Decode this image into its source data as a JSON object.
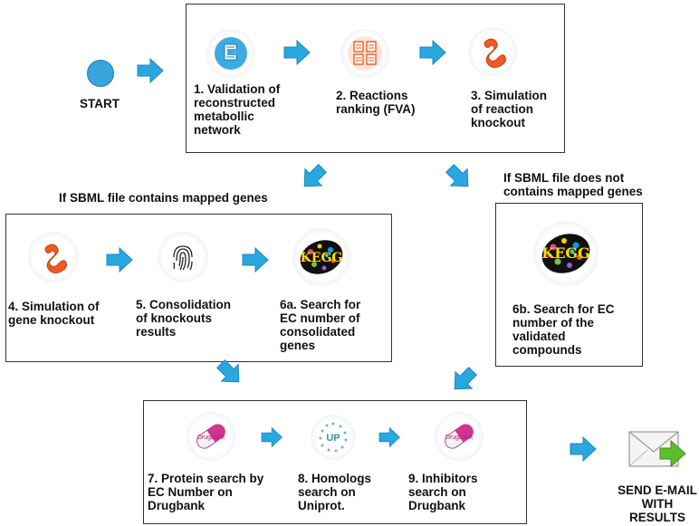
{
  "colors": {
    "arrow": "#29a8e0",
    "arrow_edge": "#1b87bd",
    "start": "#3aa4dd",
    "knockout": "#f05a22",
    "kegg_bg": "#101010"
  },
  "start_label": "START",
  "steps": {
    "s1": "1. Validation of\nreconstructed\nmetabollic\nnetwork",
    "s2": "2. Reactions\nranking (FVA)",
    "s3": "3. Simulation\nof reaction\nknockout",
    "s4": "4. Simulation of\ngene knockout",
    "s5": "5. Consolidation\nof  knockouts\nresults",
    "s6a": "6a. Search for\nEC number of\nconsolidated\ngenes",
    "s6b": "6b. Search for EC\nnumber of the\nvalidated\ncompounds",
    "s7": "7. Protein search by\nEC Number on\nDrugbank",
    "s8": "8. Homologs\nsearch on\nUniprot.",
    "s9": "9. Inhibitors\nsearch on\nDrugbank"
  },
  "conditions": {
    "mapped": "If SBML file contains mapped genes",
    "not_mapped": "If SBML file does not\ncontains mapped genes"
  },
  "end_label": "SEND E-MAIL\nWITH\nRESULTS",
  "icons": {
    "drugbank_text": "Drugbank",
    "uniprot_text": "UP",
    "kegg_text": "KEGG"
  }
}
